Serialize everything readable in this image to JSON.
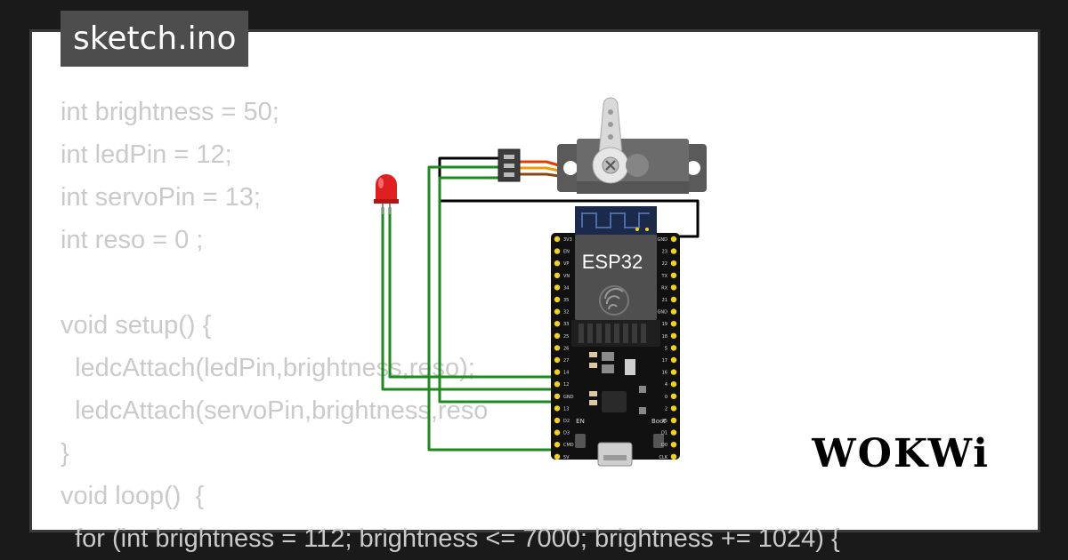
{
  "file_tab": {
    "label": "sketch.ino"
  },
  "code_lines": [
    "int brightness = 50;",
    "int ledPin = 12;",
    "int servoPin = 13;",
    "int reso = 0 ;",
    "",
    "void setup() {",
    "  ledcAttach(ledPin,brightness,reso);",
    "  ledcAttach(servoPin,brightness,reso",
    "}",
    "void loop()  {",
    "  for (int brightness = 112; brightness <= 7000; brightness += 1024) {"
  ],
  "board": {
    "chip_label": "ESP32",
    "left_pins": [
      "3V3",
      "EN",
      "VP",
      "VN",
      "34",
      "35",
      "32",
      "33",
      "25",
      "26",
      "27",
      "14",
      "12",
      "GND",
      "13",
      "D2",
      "D3",
      "CMD",
      "5V"
    ],
    "right_pins": [
      "GND",
      "23",
      "22",
      "TX",
      "RX",
      "21",
      "GND",
      "19",
      "18",
      "5",
      "17",
      "16",
      "4",
      "0",
      "2",
      "15",
      "D1",
      "D0",
      "CLK"
    ],
    "en_label": "EN",
    "boot_label": "Boot"
  },
  "logo": {
    "text": "WOKWi"
  },
  "colors": {
    "background": "#1a1a1a",
    "card": "#ffffff",
    "code_text": "#cacaca",
    "tab_bg": "#4d4d4d",
    "wire_green": "#1d8a1d",
    "wire_black": "#000000",
    "led_red": "#e02020",
    "board_black": "#111111",
    "pin_gold": "#f2d31a"
  }
}
